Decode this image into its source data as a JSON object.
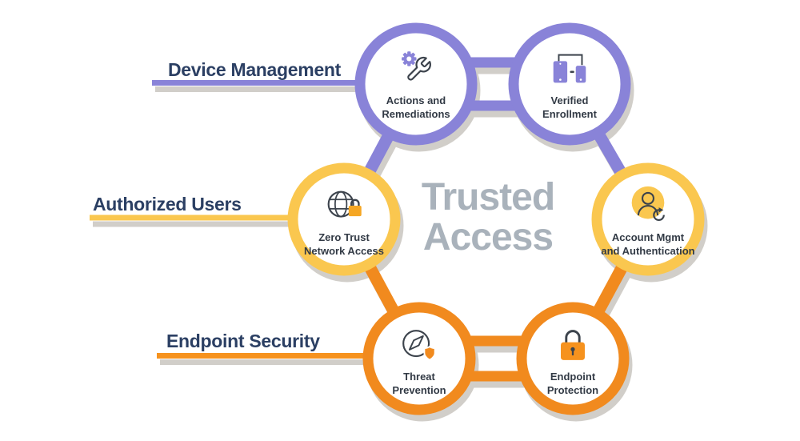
{
  "title": {
    "line1": "Trusted",
    "line2": "Access"
  },
  "colors": {
    "purple": "#8983D8",
    "yellow": "#FAC74F",
    "orange": "#F18A1E",
    "orange_bright": "#F6921E",
    "navy_label": "#2B3F63",
    "title_gray": "#A9B2BB",
    "icon_dark": "#3C434C",
    "node_text": "#323A45",
    "lock_amber": "#F5A623"
  },
  "groups": [
    {
      "label": "Device Management",
      "color": "#8983D8"
    },
    {
      "label": "Authorized Users",
      "color": "#FAC74F"
    },
    {
      "label": "Endpoint Security",
      "color": "#F6921E"
    }
  ],
  "nodes": [
    {
      "line1": "Actions and",
      "line2": "Remediations",
      "icon": "gear-wrench-icon",
      "ring_color": "#8983D8"
    },
    {
      "line1": "Verified",
      "line2": "Enrollment",
      "icon": "devices-enrollment-icon",
      "ring_color": "#8983D8"
    },
    {
      "line1": "Zero Trust",
      "line2": "Network Access",
      "icon": "globe-lock-icon",
      "ring_color": "#FAC74F"
    },
    {
      "line1": "Account Mgmt",
      "line2": "and Authentication",
      "icon": "user-sync-icon",
      "ring_color": "#FAC74F"
    },
    {
      "line1": "Threat",
      "line2": "Prevention",
      "icon": "compass-shield-icon",
      "ring_color": "#F18A1E"
    },
    {
      "line1": "Endpoint",
      "line2": "Protection",
      "icon": "padlock-icon",
      "ring_color": "#F18A1E"
    }
  ]
}
